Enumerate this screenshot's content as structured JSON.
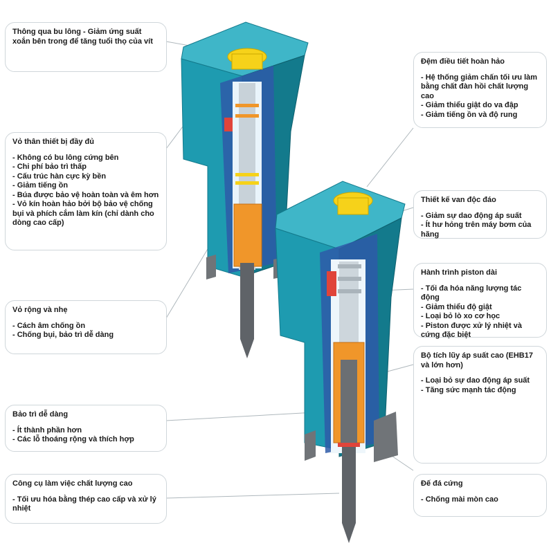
{
  "callouts": {
    "bolt": {
      "title": "Thông qua bu lông - Giảm ứng suất xoắn bên trong để tăng tuổi thọ của vít",
      "lines": []
    },
    "housing": {
      "title": "Vỏ thân thiết bị đầy đủ",
      "lines": [
        "- Không có bu lông cứng bên",
        "- Chi phí bảo trì thấp",
        "- Cấu trúc hàn cực kỳ bền",
        "- Giảm tiếng ồn",
        "- Búa được bảo vệ hoàn toàn và êm hơn",
        "- Vỏ kín hoàn hảo bởi bộ bảo vệ chống bụi và phích cắm làm kín (chỉ dành cho dòng cao cấp)"
      ]
    },
    "wide": {
      "title": "Vỏ rộng và nhẹ",
      "lines": [
        "- Cách âm chống ồn",
        "- Chống bụi, bảo trì dễ dàng"
      ]
    },
    "maint": {
      "title": "Bảo trì dễ dàng",
      "lines": [
        "- Ít thành phần hơn",
        "- Các lỗ thoáng rộng và thích hợp"
      ]
    },
    "tool": {
      "title": "Công cụ làm việc chất lượng cao",
      "lines": [
        "- Tối ưu hóa bằng thép cao cấp và xử lý nhiệt"
      ]
    },
    "damper": {
      "title": "Đệm điều tiết hoàn hảo",
      "lines": [
        "- Hệ thống giảm chấn tối ưu làm bằng chất đàn hồi chất lượng cao",
        "- Giảm thiểu giật do va đập",
        "- Giảm tiếng ồn và độ rung"
      ]
    },
    "valve": {
      "title": "Thiết kế van độc đáo",
      "lines": [
        "- Giảm sự dao động áp suất",
        "- Ít hư hỏng trên máy bơm của hãng"
      ]
    },
    "piston": {
      "title": "Hành trình piston dài",
      "lines": [
        "- Tối đa hóa năng lượng tác động",
        "- Giảm thiểu độ giật",
        "- Loại bỏ lò xo cơ học",
        "- Piston được xử lý nhiệt và cứng đặc biệt"
      ]
    },
    "accum": {
      "title": "Bộ tích lũy áp suất cao (EHB17 và lớn hơn)",
      "lines": [
        "- Loại bỏ sự dao động áp suất",
        "- Tăng sức mạnh tác động"
      ]
    },
    "base": {
      "title": "Đế đá cứng",
      "lines": [
        "- Chống mài mòn cao"
      ]
    }
  },
  "colors": {
    "body": "#1e9bb0",
    "bodyDark": "#137a8c",
    "bodyLight": "#3fb6c8",
    "yellow": "#f6d21a",
    "orange": "#f0962a",
    "steel": "#5f6368",
    "blue": "#2e5aa8",
    "red": "#e0443a",
    "leader": "#aeb7bc"
  }
}
